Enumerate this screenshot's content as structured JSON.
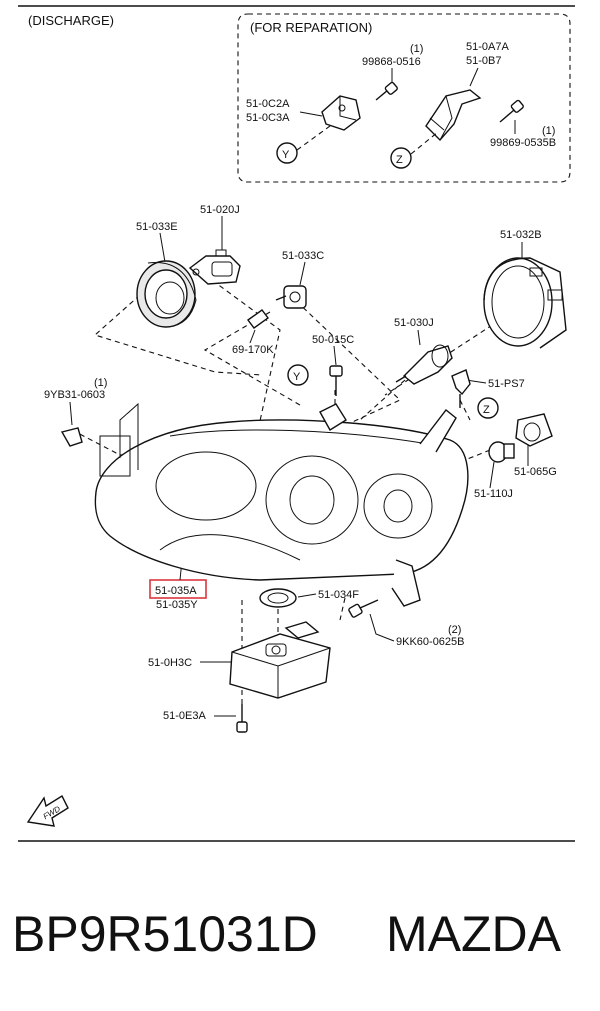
{
  "header": {
    "discharge": "(DISCHARGE)",
    "reparation": "(FOR REPARATION)"
  },
  "inset": {
    "p_998680516": "99868-0516",
    "qty_998680516": "(1)",
    "p_510A7A": "51-0A7A",
    "p_510B7": "51-0B7",
    "p_510C2A": "51-0C2A",
    "p_510C3A": "51-0C3A",
    "p_998690535": "99869-0535B",
    "qty_998690535": "(1)",
    "marker_y": "Y",
    "marker_z": "Z"
  },
  "parts": {
    "p_51020J": "51-020J",
    "p_51033E": "51-033E",
    "p_51032B": "51-032B",
    "p_51033C": "51-033C",
    "p_69170K": "69-170K",
    "p_51030J": "51-030J",
    "p_50015C": "50-015C",
    "p_51PS7": "51-PS7",
    "p_9YB310603": "9YB31-0603",
    "qty_9YB310603": "(1)",
    "p_51065G": "51-065G",
    "p_51110J": "51-110J",
    "p_51035A": "51-035A",
    "p_51035Y": "51-035Y",
    "p_51034F": "51-034F",
    "p_9KK600625B": "9KK60-0625B",
    "qty_9KK600625B": "(2)",
    "p_510H3C": "51-0H3C",
    "p_510E3A": "51-0E3A",
    "marker_y": "Y",
    "marker_z": "Z"
  },
  "fwd": "FWD",
  "footer": {
    "part_number": "BP9R51031D",
    "brand": "MAZDA"
  },
  "colors": {
    "highlight": "#d9363e",
    "ink": "#111111"
  }
}
